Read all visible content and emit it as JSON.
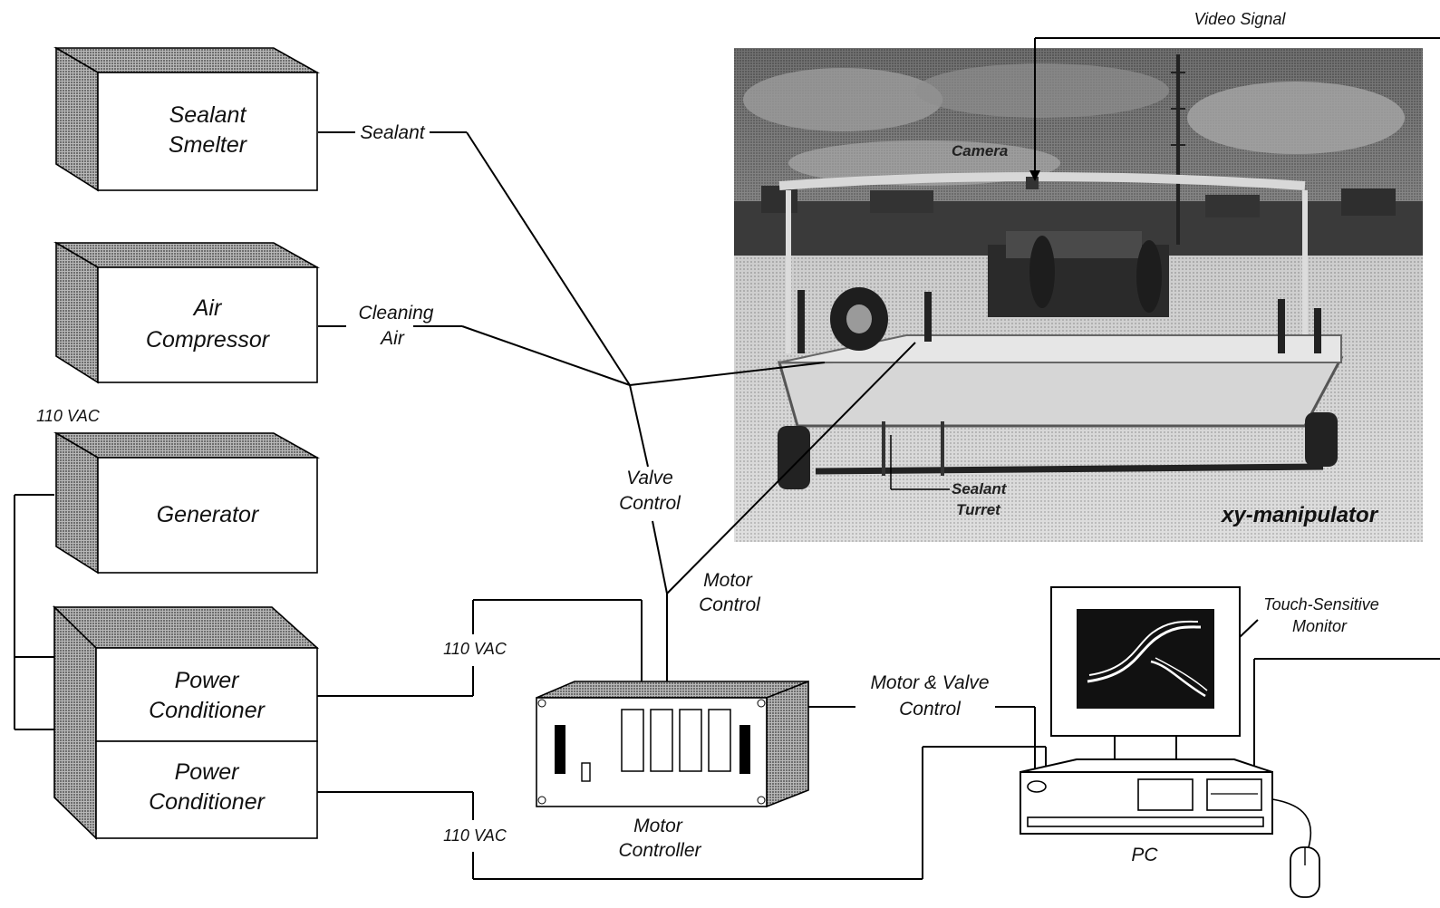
{
  "components": {
    "sealant_smelter": [
      "Sealant",
      "Smelter"
    ],
    "air_compressor": [
      "Air",
      "Compressor"
    ],
    "generator": "Generator",
    "power_conditioner_1": [
      "Power",
      "Conditioner"
    ],
    "power_conditioner_2": [
      "Power",
      "Conditioner"
    ],
    "motor_controller": [
      "Motor",
      "Controller"
    ],
    "pc": "PC",
    "monitor": [
      "Touch-Sensitive",
      "Monitor"
    ]
  },
  "connections": {
    "sealant": "Sealant",
    "cleaning_air": [
      "Cleaning",
      "Air"
    ],
    "valve_control": [
      "Valve",
      "Control"
    ],
    "motor_control": [
      "Motor",
      "Control"
    ],
    "motor_valve_control": [
      "Motor & Valve",
      "Control"
    ],
    "vac_top": "110 VAC",
    "vac_mid": "110 VAC",
    "vac_bottom": "110 VAC",
    "video_signal": "Video Signal"
  },
  "photo": {
    "camera": "Camera",
    "sealant_turret": [
      "Sealant",
      "Turret"
    ],
    "xy_manipulator": "xy-manipulator"
  },
  "colors": {
    "box_face": "#ffffff",
    "box_shade": "#9a9a9a",
    "line": "#000000",
    "screen": "#111111"
  }
}
